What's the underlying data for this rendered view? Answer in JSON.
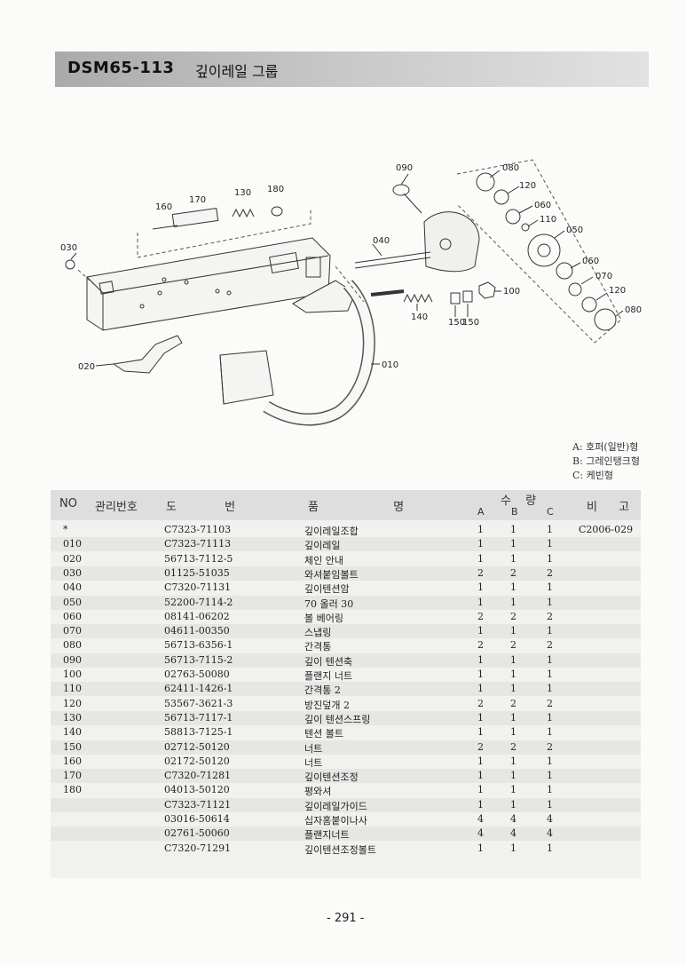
{
  "header": {
    "code": "DSM65-113",
    "name": "깊이레일 그룹"
  },
  "legend": [
    "A: 호퍼(일반)형",
    "B: 그레인탱크형",
    "C: 케빈형"
  ],
  "diagram": {
    "labels": [
      "090",
      "080",
      "120",
      "060",
      "110",
      "050",
      "060",
      "070",
      "120",
      "080",
      "170",
      "130",
      "180",
      "160",
      "030",
      "040",
      "100",
      "140",
      "150",
      "150",
      "020",
      "010"
    ]
  },
  "table": {
    "headers": {
      "no": "NO",
      "mgmt": "관리번호",
      "drawing": "도 번",
      "name": "품 명",
      "qty": "수 량",
      "a": "A",
      "b": "B",
      "c": "C",
      "remark": "비 고"
    },
    "rows": [
      {
        "no": "*",
        "drawing": "C7323-71103",
        "name": "깊이레일조합",
        "a": "1",
        "b": "1",
        "c": "1",
        "remark": "C2006-029"
      },
      {
        "no": "010",
        "drawing": "C7323-71113",
        "name": "깊이레일",
        "a": "1",
        "b": "1",
        "c": "1",
        "remark": ""
      },
      {
        "no": "020",
        "drawing": "56713-7112-5",
        "name": "체인 안내",
        "a": "1",
        "b": "1",
        "c": "1",
        "remark": ""
      },
      {
        "no": "030",
        "drawing": "01125-51035",
        "name": "와셔붙임볼트",
        "a": "2",
        "b": "2",
        "c": "2",
        "remark": ""
      },
      {
        "no": "040",
        "drawing": "C7320-71131",
        "name": "깊이텐션암",
        "a": "1",
        "b": "1",
        "c": "1",
        "remark": ""
      },
      {
        "no": "050",
        "drawing": "52200-7114-2",
        "name": "70 올러 30",
        "a": "1",
        "b": "1",
        "c": "1",
        "remark": ""
      },
      {
        "no": "060",
        "drawing": "08141-06202",
        "name": "볼 베어링",
        "a": "2",
        "b": "2",
        "c": "2",
        "remark": ""
      },
      {
        "no": "070",
        "drawing": "04611-00350",
        "name": "스냅링",
        "a": "1",
        "b": "1",
        "c": "1",
        "remark": ""
      },
      {
        "no": "080",
        "drawing": "56713-6356-1",
        "name": "간격통",
        "a": "2",
        "b": "2",
        "c": "2",
        "remark": ""
      },
      {
        "no": "090",
        "drawing": "56713-7115-2",
        "name": "깊이 텐션축",
        "a": "1",
        "b": "1",
        "c": "1",
        "remark": ""
      },
      {
        "no": "100",
        "drawing": "02763-50080",
        "name": "플랜지 너트",
        "a": "1",
        "b": "1",
        "c": "1",
        "remark": ""
      },
      {
        "no": "110",
        "drawing": "62411-1426-1",
        "name": "간격통 2",
        "a": "1",
        "b": "1",
        "c": "1",
        "remark": ""
      },
      {
        "no": "120",
        "drawing": "53567-3621-3",
        "name": "방진덮개 2",
        "a": "2",
        "b": "2",
        "c": "2",
        "remark": ""
      },
      {
        "no": "130",
        "drawing": "56713-7117-1",
        "name": "깊이 텐션스프링",
        "a": "1",
        "b": "1",
        "c": "1",
        "remark": ""
      },
      {
        "no": "140",
        "drawing": "58813-7125-1",
        "name": "텐션 볼트",
        "a": "1",
        "b": "1",
        "c": "1",
        "remark": ""
      },
      {
        "no": "150",
        "drawing": "02712-50120",
        "name": "너트",
        "a": "2",
        "b": "2",
        "c": "2",
        "remark": ""
      },
      {
        "no": "160",
        "drawing": "02172-50120",
        "name": "너트",
        "a": "1",
        "b": "1",
        "c": "1",
        "remark": ""
      },
      {
        "no": "170",
        "drawing": "C7320-71281",
        "name": "깊이텐션조정",
        "a": "1",
        "b": "1",
        "c": "1",
        "remark": ""
      },
      {
        "no": "180",
        "drawing": "04013-50120",
        "name": "평와셔",
        "a": "1",
        "b": "1",
        "c": "1",
        "remark": ""
      },
      {
        "no": "",
        "drawing": "C7323-71121",
        "name": "깊이레일가이드",
        "a": "1",
        "b": "1",
        "c": "1",
        "remark": ""
      },
      {
        "no": "",
        "drawing": "03016-50614",
        "name": "십자홈붙이나사",
        "a": "4",
        "b": "4",
        "c": "4",
        "remark": ""
      },
      {
        "no": "",
        "drawing": "02761-50060",
        "name": "플랜지너트",
        "a": "4",
        "b": "4",
        "c": "4",
        "remark": ""
      },
      {
        "no": "",
        "drawing": "C7320-71291",
        "name": "깊이텐션조정볼트",
        "a": "1",
        "b": "1",
        "c": "1",
        "remark": ""
      }
    ]
  },
  "page_number": "- 291 -"
}
